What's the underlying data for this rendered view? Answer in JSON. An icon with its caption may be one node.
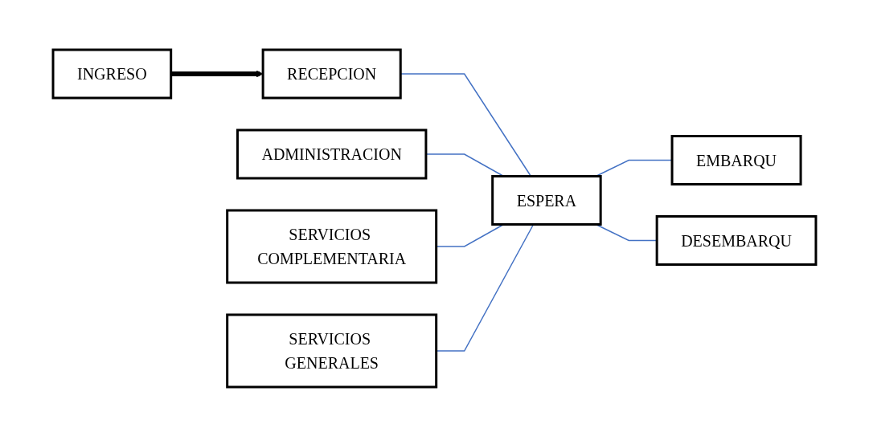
{
  "diagram": {
    "nodes": [
      {
        "text": [
          "INGRESO"
        ]
      },
      {
        "text": [
          "ADMINISTRACION"
        ]
      },
      {
        "text": [
          "RECEPCION"
        ]
      },
      {
        "text": [
          "EMBARQU"
        ]
      },
      {
        "text": [
          "SERVICIOS COMPLEMENTARIA"
        ]
      },
      {
        "text": [
          "ESPERA"
        ]
      },
      {
        "text": [
          "DESEMBARQU"
        ]
      },
      {
        "text": [
          "SERVICIOS GENERALES"
        ]
      }
    ],
    "edges": [
      {
        "from": 0,
        "to": 2,
        "arrow": "to",
        "style": "thick",
        "color": "#000000"
      },
      {
        "from": 2,
        "to": 5,
        "arrow": "none"
      },
      {
        "from": 5,
        "to": 3,
        "arrow": "none"
      },
      {
        "from": 5,
        "to": 6,
        "arrow": "none"
      },
      {
        "from": 1,
        "to": 5,
        "arrow": "none"
      },
      {
        "from": 4,
        "to": 5,
        "arrow": "none"
      },
      {
        "from": 7,
        "to": 5,
        "arrow": "none"
      }
    ]
  }
}
